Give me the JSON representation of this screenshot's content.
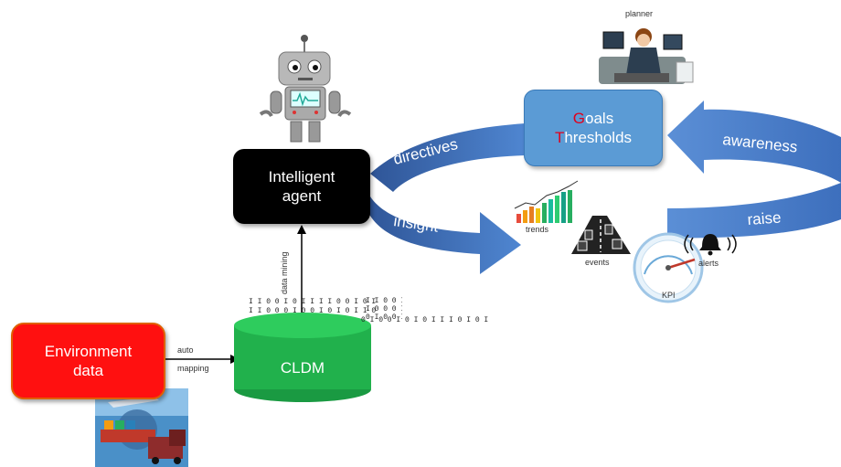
{
  "nodes": {
    "environment": {
      "line1": "Environment",
      "line2": "data"
    },
    "agent": {
      "line1": "Intelligent",
      "line2": "agent"
    },
    "goals": {
      "g": "G",
      "oals": "oals",
      "t": "T",
      "hresholds": "hresholds"
    },
    "cldm": "CLDM"
  },
  "edges": {
    "auto_mapping_1": "auto",
    "auto_mapping_2": "mapping",
    "data_mining": "data mining"
  },
  "arrows": {
    "directives": "directives",
    "insight": "insight",
    "awareness": "awareness",
    "raise": "raise"
  },
  "labels": {
    "planner": "planner",
    "trends": "trends",
    "events": "events",
    "alerts": "alerts",
    "kpi": "KPI"
  },
  "binary_rows": [
    "I I 0 0 I 0 I I I I 0 0 I 0 I",
    "I I 0 0 0 I 0 0 I 0 I 0 I I 0",
    "0 I 0 0 I 0 I 0 I I I 0 I 0 I",
    "I I 0 0 I I 0 0 0 0 I 0 I I 0",
    "I 0 0 0 I 0 I I I 0 0 0 I 0 I",
    "0 I 0 0 I I 0 I I 0 I I I 0 0"
  ],
  "colors": {
    "env_box": "#ff1010",
    "agent_box": "#000000",
    "goals_box": "#5b9bd5",
    "cldm": "#21b14c",
    "loop_arrow": "#4472c4"
  }
}
